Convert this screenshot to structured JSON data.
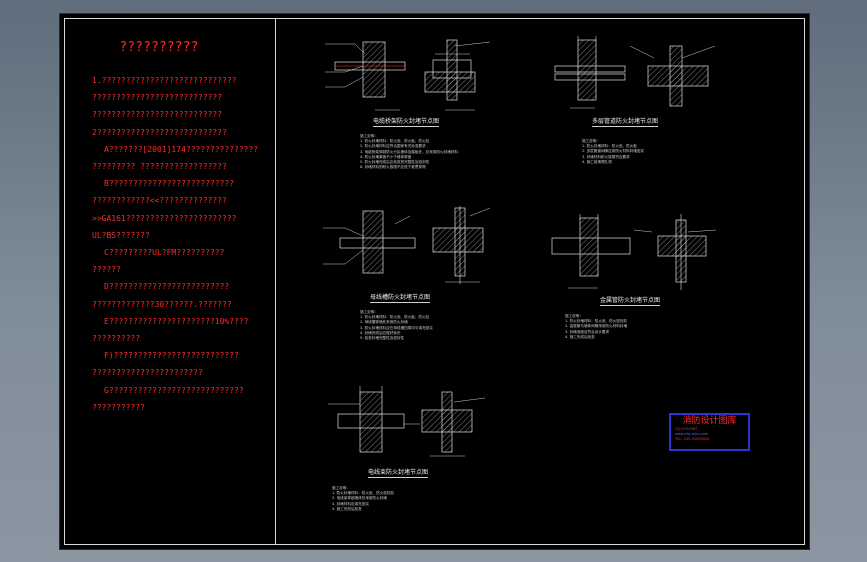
{
  "notes": {
    "title": "??????????",
    "lines": [
      {
        "text": "1.????????????????????????????",
        "indent": false
      },
      {
        "text": "???????????????????????????",
        "indent": false
      },
      {
        "text": "???????????????????????????",
        "indent": false
      },
      {
        "text": "2???????????????????????????",
        "indent": false
      },
      {
        "text": "A???????[2001]174???????????????",
        "indent": true
      },
      {
        "text": "????????? ??????????????????",
        "indent": false
      },
      {
        "text": "B??????????????????????????",
        "indent": true
      },
      {
        "text": "????????????<<??????????????",
        "indent": false
      },
      {
        "text": ">>GA161???????????????????????",
        "indent": false
      },
      {
        "text": "UL?BS???????",
        "indent": false
      },
      {
        "text": "C?????????UL?FM??????????",
        "indent": true
      },
      {
        "text": "??????",
        "indent": false
      },
      {
        "text": "D?????????????????????????",
        "indent": true
      },
      {
        "text": "?????????????30??????.???????",
        "indent": false
      },
      {
        "text": "E??????????????????????10%????",
        "indent": true
      },
      {
        "text": "??????????",
        "indent": false
      },
      {
        "text": "F)??????????????????????????",
        "indent": true
      },
      {
        "text": "???????????????????????",
        "indent": false
      },
      {
        "text": "G????????????????????????????",
        "indent": true
      },
      {
        "text": "???????????",
        "indent": false
      }
    ]
  },
  "drawings": [
    {
      "caption": "电缆桥架防火封堵节点图",
      "specs": [
        "施工说明：",
        "1. 防火封堵材料：防火泥、防火板、防火包",
        "2. 防火封堵材料应符合国家有关标准要求",
        "3. 电缆桥架穿越防火分区墙体及楼板处，应采用防火封堵材料",
        "4. 防火封堵厚度不小于墙体厚度",
        "5. 防火封堵完成后应检查其完整性及密封性",
        "6. 封堵材料的耐火极限不应低于被贯穿物"
      ]
    },
    {
      "caption": "多层管道防火封堵节点图",
      "specs": [
        "施工说明：",
        "1. 防火封堵材料：防火泥、防火板",
        "2. 多层管道间隙应用防火材料封堵密实",
        "3. 封堵材料耐火极限符合要求",
        "4. 施工前清理孔洞"
      ]
    },
    {
      "caption": "母线槽防火封堵节点图",
      "specs": [
        "施工说明：",
        "1. 防火封堵材料：防火泥、防火板、防火包",
        "2. 母线槽穿墙处采用防火封堵",
        "3. 防火封堵材料应在母线槽四周均匀填充密实",
        "4. 封堵完成后应做好标识",
        "5. 检查封堵完整性及密封性"
      ]
    },
    {
      "caption": "金属管防火封堵节点图",
      "specs": [
        "施工说明：",
        "1. 防火封堵材料：防火泥、防火密封胶",
        "2. 金属管与墙体间隙采用防火材料封堵",
        "3. 封堵深度应符合设计要求",
        "4. 施工完成后检查"
      ]
    },
    {
      "caption": "电线束防火封堵节点图",
      "specs": [
        "施工说明：",
        "1. 防火封堵材料：防火泥、防火密封胶",
        "2. 电线束穿越墙体处采用防火封堵",
        "3. 封堵材料应填充密实",
        "4. 施工完成后检查"
      ]
    }
  ],
  "stamp": {
    "title": "消防设计图库",
    "line1": "QQ:1234567",
    "line2": "www.xfsj-tuku.com",
    "line3": "TEL: 000-00000000"
  },
  "colors": {
    "background": "#7a8694",
    "sheet": "#000000",
    "notes_text": "#ff2a2a",
    "line_work": "#d9d9d9",
    "stamp_border": "#2a35d8"
  }
}
